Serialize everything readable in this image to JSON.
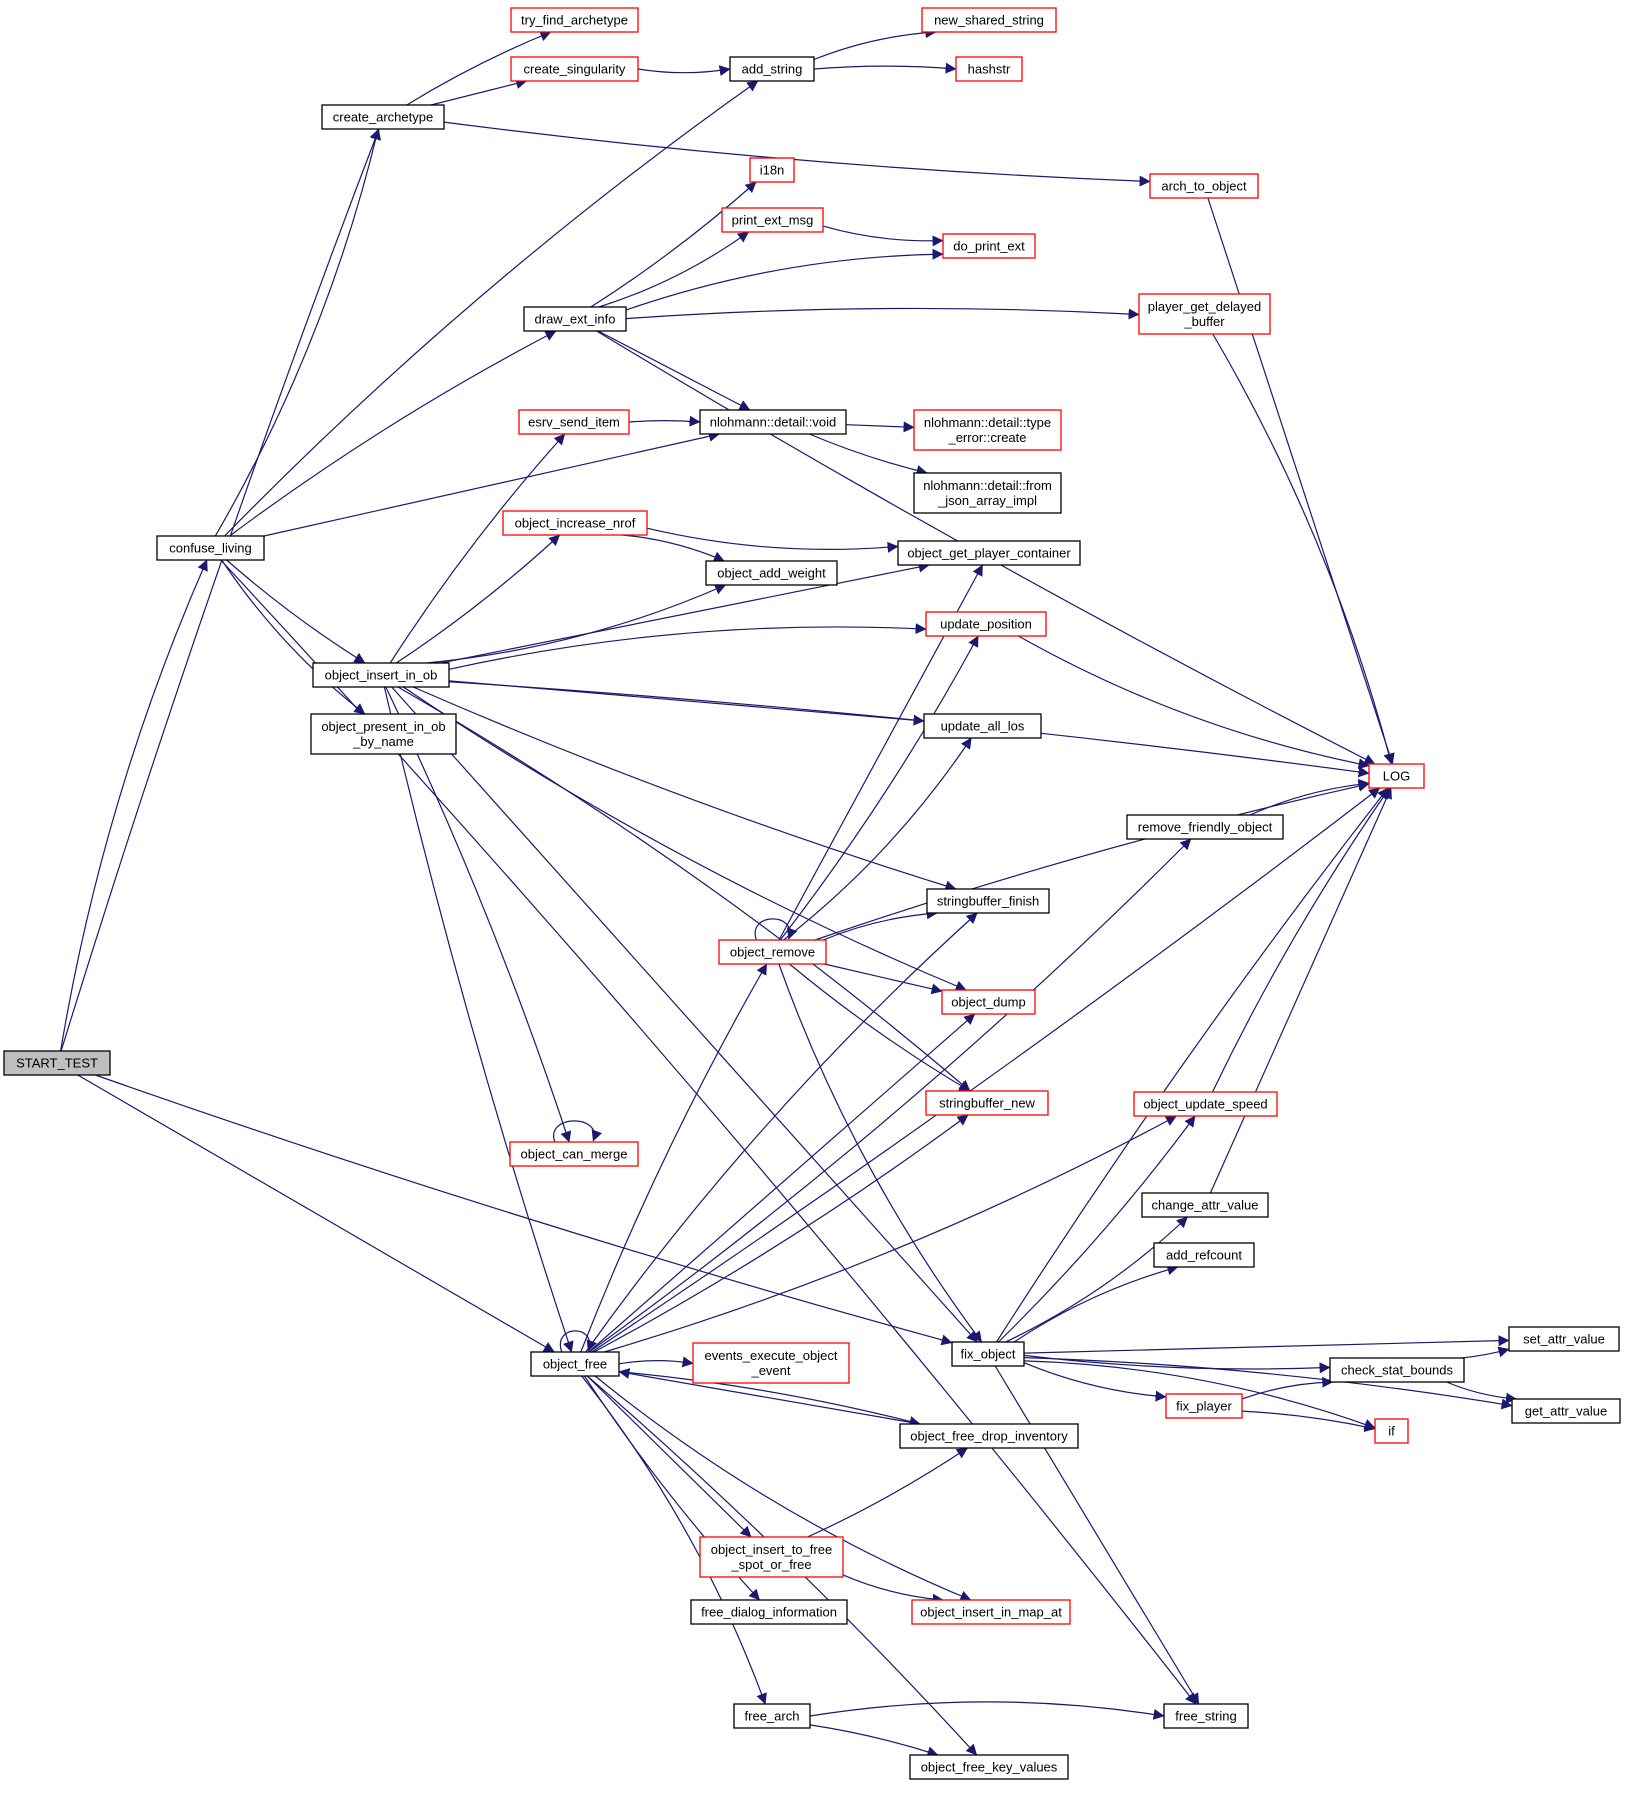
{
  "colors": {
    "edge": "#191970",
    "node_border_black": "#000000",
    "node_border_red": "#ff0000",
    "root_fill": "#bfbfbf",
    "node_fill": "#ffffff"
  },
  "nodes": [
    {
      "id": "start_test",
      "lines": [
        "START_TEST"
      ],
      "style": "root"
    },
    {
      "id": "confuse_living",
      "lines": [
        "confuse_living"
      ],
      "style": "black"
    },
    {
      "id": "create_archetype",
      "lines": [
        "create_archetype"
      ],
      "style": "black"
    },
    {
      "id": "try_find_archetype",
      "lines": [
        "try_find_archetype"
      ],
      "style": "red"
    },
    {
      "id": "create_singularity",
      "lines": [
        "create_singularity"
      ],
      "style": "red"
    },
    {
      "id": "add_string",
      "lines": [
        "add_string"
      ],
      "style": "black"
    },
    {
      "id": "new_shared_string",
      "lines": [
        "new_shared_string"
      ],
      "style": "red"
    },
    {
      "id": "hashstr",
      "lines": [
        "hashstr"
      ],
      "style": "red"
    },
    {
      "id": "arch_to_object",
      "lines": [
        "arch_to_object"
      ],
      "style": "red"
    },
    {
      "id": "i18n",
      "lines": [
        "i18n"
      ],
      "style": "red"
    },
    {
      "id": "print_ext_msg",
      "lines": [
        "print_ext_msg"
      ],
      "style": "red"
    },
    {
      "id": "do_print_ext",
      "lines": [
        "do_print_ext"
      ],
      "style": "red"
    },
    {
      "id": "draw_ext_info",
      "lines": [
        "draw_ext_info"
      ],
      "style": "black"
    },
    {
      "id": "player_get_delayed_buffer",
      "lines": [
        "player_get_delayed",
        "_buffer"
      ],
      "style": "red"
    },
    {
      "id": "esrv_send_item",
      "lines": [
        "esrv_send_item"
      ],
      "style": "red"
    },
    {
      "id": "nlohmann_void",
      "lines": [
        "nlohmann::detail::void"
      ],
      "style": "black"
    },
    {
      "id": "nlohmann_type_error",
      "lines": [
        "nlohmann::detail::type",
        "_error::create"
      ],
      "style": "red"
    },
    {
      "id": "nlohmann_from_json",
      "lines": [
        "nlohmann::detail::from",
        "_json_array_impl"
      ],
      "style": "black"
    },
    {
      "id": "object_increase_nrof",
      "lines": [
        "object_increase_nrof"
      ],
      "style": "red"
    },
    {
      "id": "object_get_player_container",
      "lines": [
        "object_get_player_container"
      ],
      "style": "black"
    },
    {
      "id": "object_add_weight",
      "lines": [
        "object_add_weight"
      ],
      "style": "black"
    },
    {
      "id": "update_position",
      "lines": [
        "update_position"
      ],
      "style": "red"
    },
    {
      "id": "object_insert_in_ob",
      "lines": [
        "object_insert_in_ob"
      ],
      "style": "black"
    },
    {
      "id": "update_all_los",
      "lines": [
        "update_all_los"
      ],
      "style": "black"
    },
    {
      "id": "object_present_in_ob_by_name",
      "lines": [
        "object_present_in_ob",
        "_by_name"
      ],
      "style": "black"
    },
    {
      "id": "log",
      "lines": [
        "LOG"
      ],
      "style": "red"
    },
    {
      "id": "remove_friendly_object",
      "lines": [
        "remove_friendly_object"
      ],
      "style": "black"
    },
    {
      "id": "stringbuffer_finish",
      "lines": [
        "stringbuffer_finish"
      ],
      "style": "black"
    },
    {
      "id": "object_remove",
      "lines": [
        "object_remove"
      ],
      "style": "red"
    },
    {
      "id": "object_dump",
      "lines": [
        "object_dump"
      ],
      "style": "red"
    },
    {
      "id": "stringbuffer_new",
      "lines": [
        "stringbuffer_new"
      ],
      "style": "red"
    },
    {
      "id": "object_update_speed",
      "lines": [
        "object_update_speed"
      ],
      "style": "red"
    },
    {
      "id": "object_can_merge",
      "lines": [
        "object_can_merge"
      ],
      "style": "red"
    },
    {
      "id": "change_attr_value",
      "lines": [
        "change_attr_value"
      ],
      "style": "black"
    },
    {
      "id": "add_refcount",
      "lines": [
        "add_refcount"
      ],
      "style": "black"
    },
    {
      "id": "set_attr_value",
      "lines": [
        "set_attr_value"
      ],
      "style": "black"
    },
    {
      "id": "fix_object",
      "lines": [
        "fix_object"
      ],
      "style": "black"
    },
    {
      "id": "object_free",
      "lines": [
        "object_free"
      ],
      "style": "black"
    },
    {
      "id": "events_execute_object_event",
      "lines": [
        "events_execute_object",
        "_event"
      ],
      "style": "red"
    },
    {
      "id": "check_stat_bounds",
      "lines": [
        "check_stat_bounds"
      ],
      "style": "black"
    },
    {
      "id": "get_attr_value",
      "lines": [
        "get_attr_value"
      ],
      "style": "black"
    },
    {
      "id": "fix_player",
      "lines": [
        "fix_player"
      ],
      "style": "red"
    },
    {
      "id": "if",
      "lines": [
        "if"
      ],
      "style": "red"
    },
    {
      "id": "object_free_drop_inventory",
      "lines": [
        "object_free_drop_inventory"
      ],
      "style": "black"
    },
    {
      "id": "object_insert_to_free_spot_or_free",
      "lines": [
        "object_insert_to_free",
        "_spot_or_free"
      ],
      "style": "red"
    },
    {
      "id": "free_dialog_information",
      "lines": [
        "free_dialog_information"
      ],
      "style": "black"
    },
    {
      "id": "object_insert_in_map_at",
      "lines": [
        "object_insert_in_map_at"
      ],
      "style": "red"
    },
    {
      "id": "free_arch",
      "lines": [
        "free_arch"
      ],
      "style": "black"
    },
    {
      "id": "free_string",
      "lines": [
        "free_string"
      ],
      "style": "black"
    },
    {
      "id": "object_free_key_values",
      "lines": [
        "object_free_key_values"
      ],
      "style": "black"
    }
  ],
  "edges": [
    [
      "start_test",
      "confuse_living"
    ],
    [
      "start_test",
      "create_archetype"
    ],
    [
      "start_test",
      "object_free"
    ],
    [
      "start_test",
      "fix_object"
    ],
    [
      "confuse_living",
      "create_archetype"
    ],
    [
      "confuse_living",
      "add_string"
    ],
    [
      "confuse_living",
      "draw_ext_info"
    ],
    [
      "confuse_living",
      "nlohmann_void"
    ],
    [
      "confuse_living",
      "object_insert_in_ob"
    ],
    [
      "confuse_living",
      "object_present_in_ob_by_name"
    ],
    [
      "confuse_living",
      "free_string"
    ],
    [
      "create_archetype",
      "try_find_archetype"
    ],
    [
      "create_archetype",
      "create_singularity"
    ],
    [
      "create_archetype",
      "arch_to_object"
    ],
    [
      "create_singularity",
      "add_string"
    ],
    [
      "add_string",
      "new_shared_string"
    ],
    [
      "add_string",
      "hashstr"
    ],
    [
      "arch_to_object",
      "log"
    ],
    [
      "draw_ext_info",
      "i18n"
    ],
    [
      "draw_ext_info",
      "print_ext_msg"
    ],
    [
      "draw_ext_info",
      "do_print_ext"
    ],
    [
      "draw_ext_info",
      "player_get_delayed_buffer"
    ],
    [
      "draw_ext_info",
      "nlohmann_void"
    ],
    [
      "draw_ext_info",
      "log"
    ],
    [
      "print_ext_msg",
      "do_print_ext"
    ],
    [
      "player_get_delayed_buffer",
      "log"
    ],
    [
      "esrv_send_item",
      "nlohmann_void"
    ],
    [
      "nlohmann_void",
      "nlohmann_type_error"
    ],
    [
      "nlohmann_void",
      "nlohmann_from_json"
    ],
    [
      "object_increase_nrof",
      "object_get_player_container"
    ],
    [
      "object_increase_nrof",
      "object_add_weight"
    ],
    [
      "object_insert_in_ob",
      "esrv_send_item"
    ],
    [
      "object_insert_in_ob",
      "object_get_player_container"
    ],
    [
      "object_insert_in_ob",
      "object_increase_nrof"
    ],
    [
      "object_insert_in_ob",
      "object_add_weight"
    ],
    [
      "object_insert_in_ob",
      "update_position"
    ],
    [
      "object_insert_in_ob",
      "log"
    ],
    [
      "object_insert_in_ob",
      "update_all_los"
    ],
    [
      "object_insert_in_ob",
      "stringbuffer_finish"
    ],
    [
      "object_insert_in_ob",
      "object_dump"
    ],
    [
      "object_insert_in_ob",
      "stringbuffer_new"
    ],
    [
      "object_insert_in_ob",
      "object_can_merge"
    ],
    [
      "object_insert_in_ob",
      "fix_object"
    ],
    [
      "object_insert_in_ob",
      "object_free"
    ],
    [
      "update_position",
      "log"
    ],
    [
      "remove_friendly_object",
      "log"
    ],
    [
      "object_remove",
      "object_remove"
    ],
    [
      "object_remove",
      "object_get_player_container"
    ],
    [
      "object_remove",
      "update_position"
    ],
    [
      "object_remove",
      "update_all_los"
    ],
    [
      "object_remove",
      "stringbuffer_finish"
    ],
    [
      "object_remove",
      "log"
    ],
    [
      "object_remove",
      "object_dump"
    ],
    [
      "object_remove",
      "stringbuffer_new"
    ],
    [
      "object_remove",
      "fix_object"
    ],
    [
      "object_can_merge",
      "object_can_merge"
    ],
    [
      "object_update_speed",
      "log"
    ],
    [
      "change_attr_value",
      "log"
    ],
    [
      "fix_object",
      "object_update_speed"
    ],
    [
      "fix_object",
      "change_attr_value"
    ],
    [
      "fix_object",
      "add_refcount"
    ],
    [
      "fix_object",
      "log"
    ],
    [
      "fix_object",
      "set_attr_value"
    ],
    [
      "fix_object",
      "check_stat_bounds"
    ],
    [
      "fix_object",
      "fix_player"
    ],
    [
      "fix_object",
      "if"
    ],
    [
      "fix_object",
      "get_attr_value"
    ],
    [
      "fix_object",
      "free_string"
    ],
    [
      "check_stat_bounds",
      "set_attr_value"
    ],
    [
      "check_stat_bounds",
      "get_attr_value"
    ],
    [
      "fix_player",
      "check_stat_bounds"
    ],
    [
      "fix_player",
      "if"
    ],
    [
      "object_free",
      "object_free"
    ],
    [
      "object_free",
      "log"
    ],
    [
      "object_free",
      "remove_friendly_object"
    ],
    [
      "object_free",
      "stringbuffer_finish"
    ],
    [
      "object_free",
      "object_remove"
    ],
    [
      "object_free",
      "object_dump"
    ],
    [
      "object_free",
      "stringbuffer_new"
    ],
    [
      "object_free",
      "object_update_speed"
    ],
    [
      "object_free",
      "events_execute_object_event"
    ],
    [
      "object_free",
      "object_free_drop_inventory"
    ],
    [
      "object_free",
      "object_insert_to_free_spot_or_free"
    ],
    [
      "object_free",
      "free_dialog_information"
    ],
    [
      "object_free",
      "object_insert_in_map_at"
    ],
    [
      "object_free",
      "free_arch"
    ],
    [
      "object_free",
      "object_free_key_values"
    ],
    [
      "object_free_drop_inventory",
      "object_free"
    ],
    [
      "object_insert_to_free_spot_or_free",
      "object_free_drop_inventory"
    ],
    [
      "object_insert_to_free_spot_or_free",
      "object_insert_in_map_at"
    ],
    [
      "free_arch",
      "free_string"
    ],
    [
      "free_arch",
      "object_free_key_values"
    ]
  ]
}
